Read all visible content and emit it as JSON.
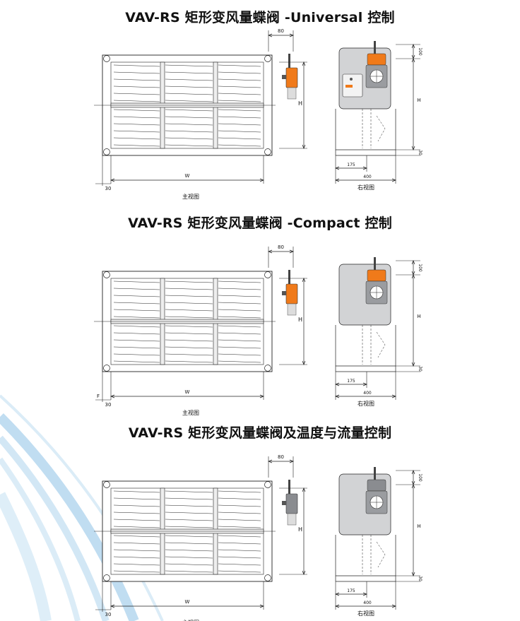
{
  "sections": [
    {
      "title": "VAV-RS 矩形变风量蝶阀 -Universal 控制",
      "front": {
        "dim_top": "80",
        "dim_height": "H",
        "dim_width": "W",
        "dim_left": "30",
        "caption": "主视图"
      },
      "side": {
        "dim_top": "100",
        "dim_height": "H",
        "dim_bottom": "30",
        "dim_offset": "175",
        "dim_depth": "400",
        "caption": "右视图"
      },
      "controller": "universal"
    },
    {
      "title": "VAV-RS 矩形变风量蝶阀 -Compact 控制",
      "front": {
        "dim_top": "80",
        "dim_height": "H",
        "dim_width": "W",
        "dim_left": "30",
        "dim_flag": "F",
        "caption": "主视图"
      },
      "side": {
        "dim_top": "100",
        "dim_height": "H",
        "dim_bottom": "30",
        "dim_offset": "175",
        "dim_depth": "400",
        "caption": "右视图"
      },
      "controller": "compact"
    },
    {
      "title": "VAV-RS 矩形变风量蝶阀及温度与流量控制",
      "front": {
        "dim_top": "80",
        "dim_height": "H",
        "dim_width": "W",
        "dim_left": "30",
        "caption": "主视图"
      },
      "side": {
        "dim_top": "100",
        "dim_height": "H",
        "dim_bottom": "30",
        "dim_offset": "175",
        "dim_depth": "400",
        "caption": "右视图"
      },
      "controller": "grey"
    }
  ],
  "colors": {
    "actuator_orange": "#f07a1a",
    "actuator_grey": "#8a8c90",
    "side_panel": "#d2d3d5",
    "line": "#222222",
    "swoosh": "#4a9fd6"
  }
}
